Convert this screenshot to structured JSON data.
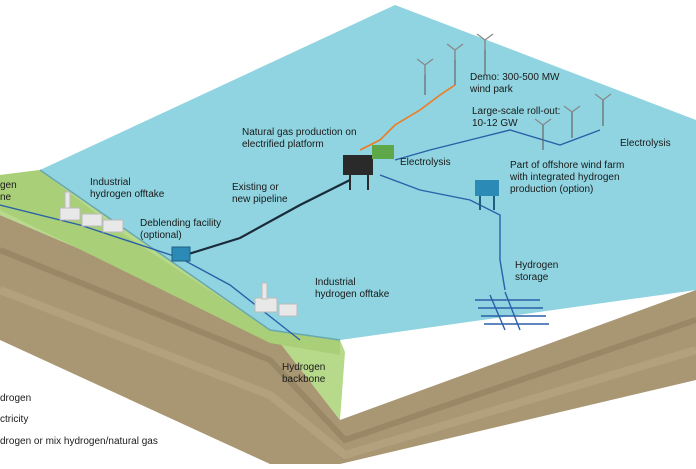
{
  "labels": {
    "hydrogen_backbone_left_1": "gen",
    "hydrogen_backbone_left_2": "ne",
    "industrial_offtake_top_1": "Industrial",
    "industrial_offtake_top_2": "hydrogen offtake",
    "deblending_1": "Deblending facility",
    "deblending_2": "(optional)",
    "pipeline_1": "Existing or",
    "pipeline_2": "new pipeline",
    "gas_platform_1": "Natural gas production on",
    "gas_platform_2": "electrified platform",
    "electrolysis_center": "Electrolysis",
    "demo_1": "Demo: 300-500 MW",
    "demo_2": "wind park",
    "rollout_1": "Large-scale roll-out:",
    "rollout_2": "10-12 GW",
    "electrolysis_right": "Electrolysis",
    "offshore_1": "Part of offshore wind farm",
    "offshore_2": "with integrated hydrogen",
    "offshore_3": "production (option)",
    "storage_1": "Hydrogen",
    "storage_2": "storage",
    "industrial_offtake_bottom_1": "Industrial",
    "industrial_offtake_bottom_2": "hydrogen offtake",
    "backbone_bottom_1": "Hydrogen",
    "backbone_bottom_2": "backbone"
  },
  "legend": {
    "hydrogen": "drogen",
    "electricity": "ctricity",
    "mix": "drogen or mix hydrogen/natural gas"
  },
  "colors": {
    "sea": "#8fd4e0",
    "land_top": "#b7d98a",
    "hydrogen_line": "#2b5fa8",
    "electricity_line": "#f07a1e",
    "mix_line": "#1a2a3a",
    "soil": "#a99774"
  }
}
